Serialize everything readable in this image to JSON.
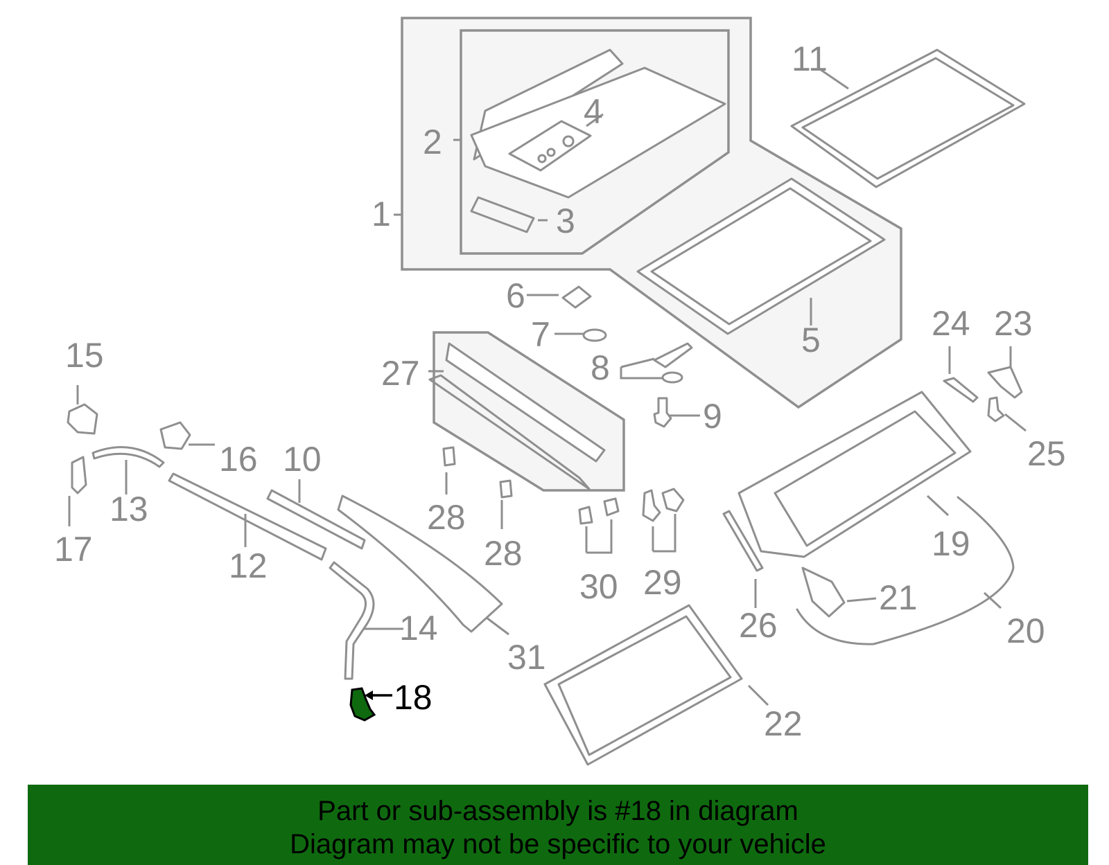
{
  "diagram": {
    "highlighted_part": "18",
    "highlight_color": "#0f6a0f",
    "line_color": "#8f8f8f",
    "callouts": [
      "1",
      "2",
      "3",
      "4",
      "5",
      "6",
      "7",
      "8",
      "9",
      "10",
      "11",
      "12",
      "13",
      "14",
      "15",
      "16",
      "17",
      "18",
      "19",
      "20",
      "21",
      "22",
      "23",
      "24",
      "25",
      "26",
      "27",
      "28",
      "28",
      "29",
      "30",
      "31"
    ]
  },
  "footer": {
    "line1": "Part or sub-assembly is #18 in diagram",
    "line2": "Diagram may not be specific to your vehicle",
    "background": "#0f6a0f"
  }
}
